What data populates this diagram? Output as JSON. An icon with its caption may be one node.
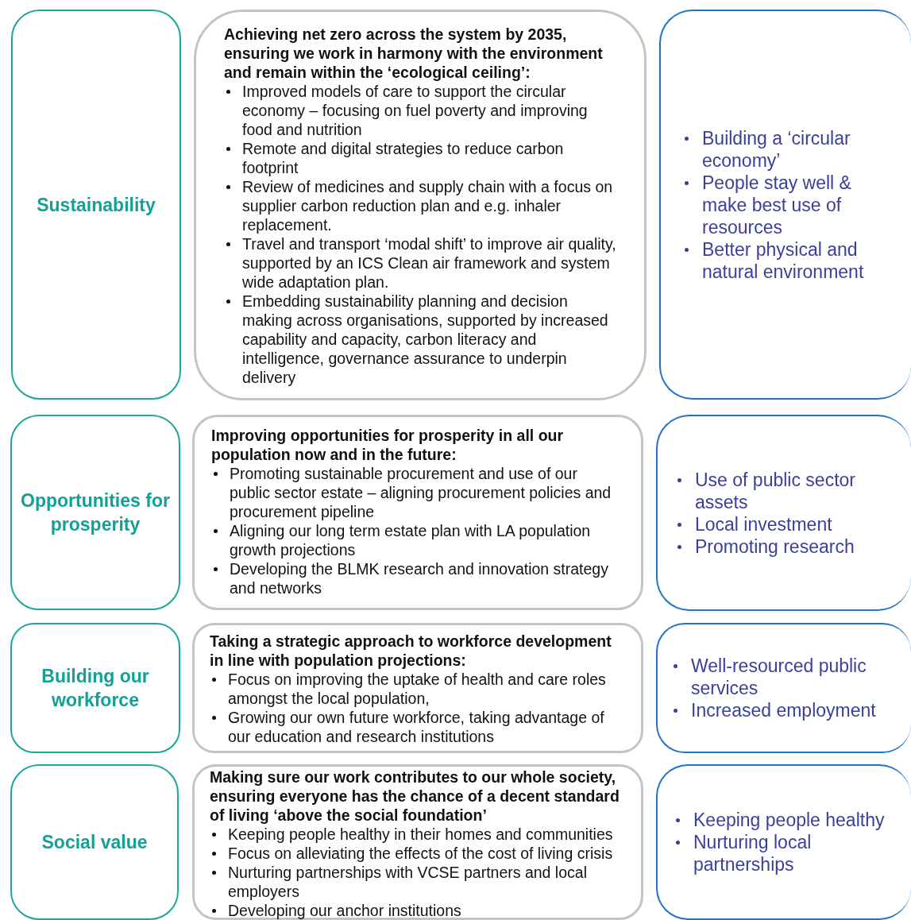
{
  "diagram": {
    "nodes": [
      {
        "text": [
          "Sustainability"
        ]
      },
      {
        "text": [
          "Achieving net zero across the system by 2035, ensuring we work in harmony with the environment and remain within the ‘ecological ceiling’:",
          "Improved models of care to support the circular economy – focusing on fuel poverty and improving food and nutrition",
          "Remote and digital strategies to reduce carbon footprint",
          "Review of medicines and supply chain with a focus on supplier carbon reduction plan and e.g. inhaler replacement.",
          "Travel and transport ‘modal shift’ to improve air quality, supported by an ICS Clean air framework and system wide adaptation plan.",
          "Embedding sustainability planning and decision making across organisations, supported by increased capability and capacity, carbon literacy and intelligence, governance assurance to underpin delivery"
        ]
      },
      {
        "text": [
          "Building a ‘circular economy’",
          "People stay well & make best use of resources",
          "Better physical and natural environment"
        ]
      },
      {
        "text": [
          "Opportunities for prosperity"
        ]
      },
      {
        "text": [
          "Improving opportunities for prosperity in all our population now and in the future:",
          "Promoting sustainable procurement and use of our public sector estate – aligning procurement policies and procurement pipeline",
          "Aligning our long term estate plan with LA population growth projections",
          "Developing the BLMK research and innovation strategy and networks"
        ]
      },
      {
        "text": [
          "Use of public sector assets",
          "Local investment",
          "Promoting research"
        ]
      },
      {
        "text": [
          "Building our workforce"
        ]
      },
      {
        "text": [
          "Taking a strategic approach to workforce development in line with population projections:",
          "Focus on improving the uptake of health and care roles amongst the local population,",
          "Growing our own future workforce, taking advantage of our education and research institutions"
        ]
      },
      {
        "text": [
          "Well-resourced public services",
          "Increased employment"
        ]
      },
      {
        "text": [
          "Social value"
        ]
      },
      {
        "text": [
          "Making sure our work contributes to our whole society, ensuring everyone has the chance of a decent standard of living ‘above the social foundation’",
          "Keeping people healthy in their homes and communities",
          "Focus on alleviating the effects of the cost of living crisis",
          "Nurturing partnerships with VCSE partners and local employers",
          "Developing our anchor institutions"
        ]
      },
      {
        "text": [
          "Keeping people healthy",
          "Nurturing local partnerships"
        ]
      }
    ]
  }
}
